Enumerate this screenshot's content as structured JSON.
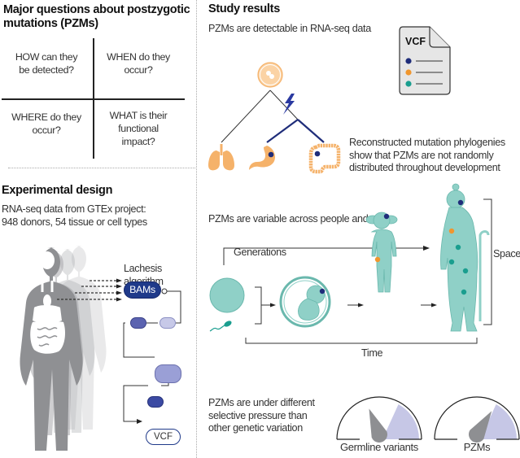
{
  "left_panel": {
    "questions_title": "Major questions about postzygotic mutations (PZMs)",
    "questions_title_lines": [
      "Major questions about postzygotic",
      "mutations (PZMs)"
    ],
    "questions": [
      {
        "id": "how",
        "lines": [
          "HOW can they",
          "be detected?"
        ]
      },
      {
        "id": "when",
        "lines": [
          "WHEN do they",
          "occur?"
        ]
      },
      {
        "id": "where",
        "lines": [
          "WHERE do they",
          "occur?"
        ]
      },
      {
        "id": "what",
        "lines": [
          "WHAT is their",
          "functional",
          "impact?"
        ]
      }
    ],
    "design_title": "Experimental design",
    "design_text_lines": [
      "RNA-seq data from GTEx project:",
      "948 donors, 54 tissue or cell types"
    ],
    "algorithm_label_lines": [
      "Lachesis",
      "algorithm"
    ],
    "bams_label": "BAMs",
    "vcf_label": "VCF",
    "pipeline_colors": {
      "bams": "#1f3a8a",
      "node_dark": "#5b63b0",
      "node_light": "#c7c9e8",
      "node_mid": "#9a9fd6",
      "node_small": "#3b4aa3"
    },
    "body_color": "#8f9093"
  },
  "right_panel": {
    "title": "Study results",
    "finding1": "PZMs are detectable in RNA-seq data",
    "vcf_doc_label": "VCF",
    "vcf_dot_colors": [
      "#1f2d7a",
      "#f0962e",
      "#1a9e8f"
    ],
    "finding2_lines": [
      "Reconstructed mutation phylogenies",
      "show that PZMs are not randomly",
      "distributed throughout development"
    ],
    "organs": [
      "lungs",
      "stomach",
      "colon"
    ],
    "organ_color": "#f5b26a",
    "tree_mutated_color": "#1f2d7a",
    "finding3": "PZMs are variable across people and:",
    "generations_label": "Generations",
    "time_label": "Time",
    "space_label": "Space",
    "figure_color": "#8fd0c7",
    "finding4_lines": [
      "PZMs are under different",
      "selective pressure than",
      "other genetic variation"
    ],
    "gauges": [
      {
        "label": "Germline variants",
        "needle_fraction": 0.38
      },
      {
        "label": "PZMs",
        "needle_fraction": 0.68
      }
    ],
    "gauge_zone_color": "#c6c7e6",
    "needle_color": "#8e8f92"
  }
}
